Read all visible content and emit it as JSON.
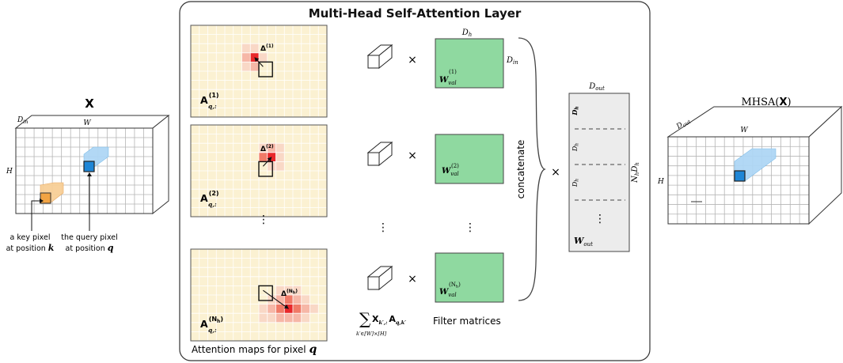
{
  "title": "Multi-Head Self-Attention Layer",
  "input": {
    "label": "X",
    "dim_in": "D",
    "dim_in_sub": "in",
    "dim_w": "W",
    "dim_h": "H",
    "key_caption": [
      "a key pixel",
      "at position "
    ],
    "key_var": "k",
    "query_caption": [
      "the query pixel",
      "at position "
    ],
    "query_var": "q"
  },
  "heads": [
    {
      "delta_sup": "(1)",
      "a_sup": "(1)",
      "w_sup": "(1)"
    },
    {
      "delta_sup": "(2)",
      "a_sup": "(2)",
      "w_sup": "(2)"
    },
    {
      "delta_sup": "(N",
      "delta_sup_sub": "h",
      "a_sup": "(N",
      "a_sup_sub": "h",
      "w_sup": "(N",
      "w_sup_sub": "h"
    }
  ],
  "attention_symbol": "A",
  "attention_sub": "q,:",
  "delta_symbol": "Δ",
  "w_symbol": "W",
  "w_sub": "val",
  "attention_caption": "Attention maps for pixel ",
  "attention_caption_var": "q",
  "dh_label": "D",
  "dh_sub": "h",
  "din_label": "D",
  "din_sub": "in",
  "times": "×",
  "sum_symbol": "∑",
  "sum_expr": "X",
  "sum_expr_sub": "k′,:",
  "sum_expr_a": "A",
  "sum_expr_a_sub": "q,k′",
  "sum_range": "k′∈[W]×[H]",
  "filter_caption": "Filter matrices",
  "concat_label": "concatenate",
  "wout": {
    "top_label": "D",
    "top_sub": "out",
    "side_label": "N",
    "side_sub": "h",
    "side_label2": "D",
    "side_sub2": "h",
    "row_label": "D",
    "row_sub": "h",
    "symbol": "W",
    "symbol_sub": "out"
  },
  "output": {
    "label_prefix": "MHSA(",
    "label_x": "X",
    "label_suffix": ")",
    "dim_out": "D",
    "dim_out_sub": "out",
    "dim_w": "W",
    "dim_h": "H"
  },
  "colors": {
    "cell": "#fbf1d2",
    "query": "#1f86d6",
    "query_light": "#aed6f5",
    "key": "#f2a444",
    "key_light": "#f8cf97",
    "red_strong": "#e8282b",
    "red_mid": "#f07a67",
    "red_light": "#f6b7a7",
    "red_faint": "#f9d8c6",
    "green": "#8fd9a0",
    "wout_fill": "#ececec"
  }
}
